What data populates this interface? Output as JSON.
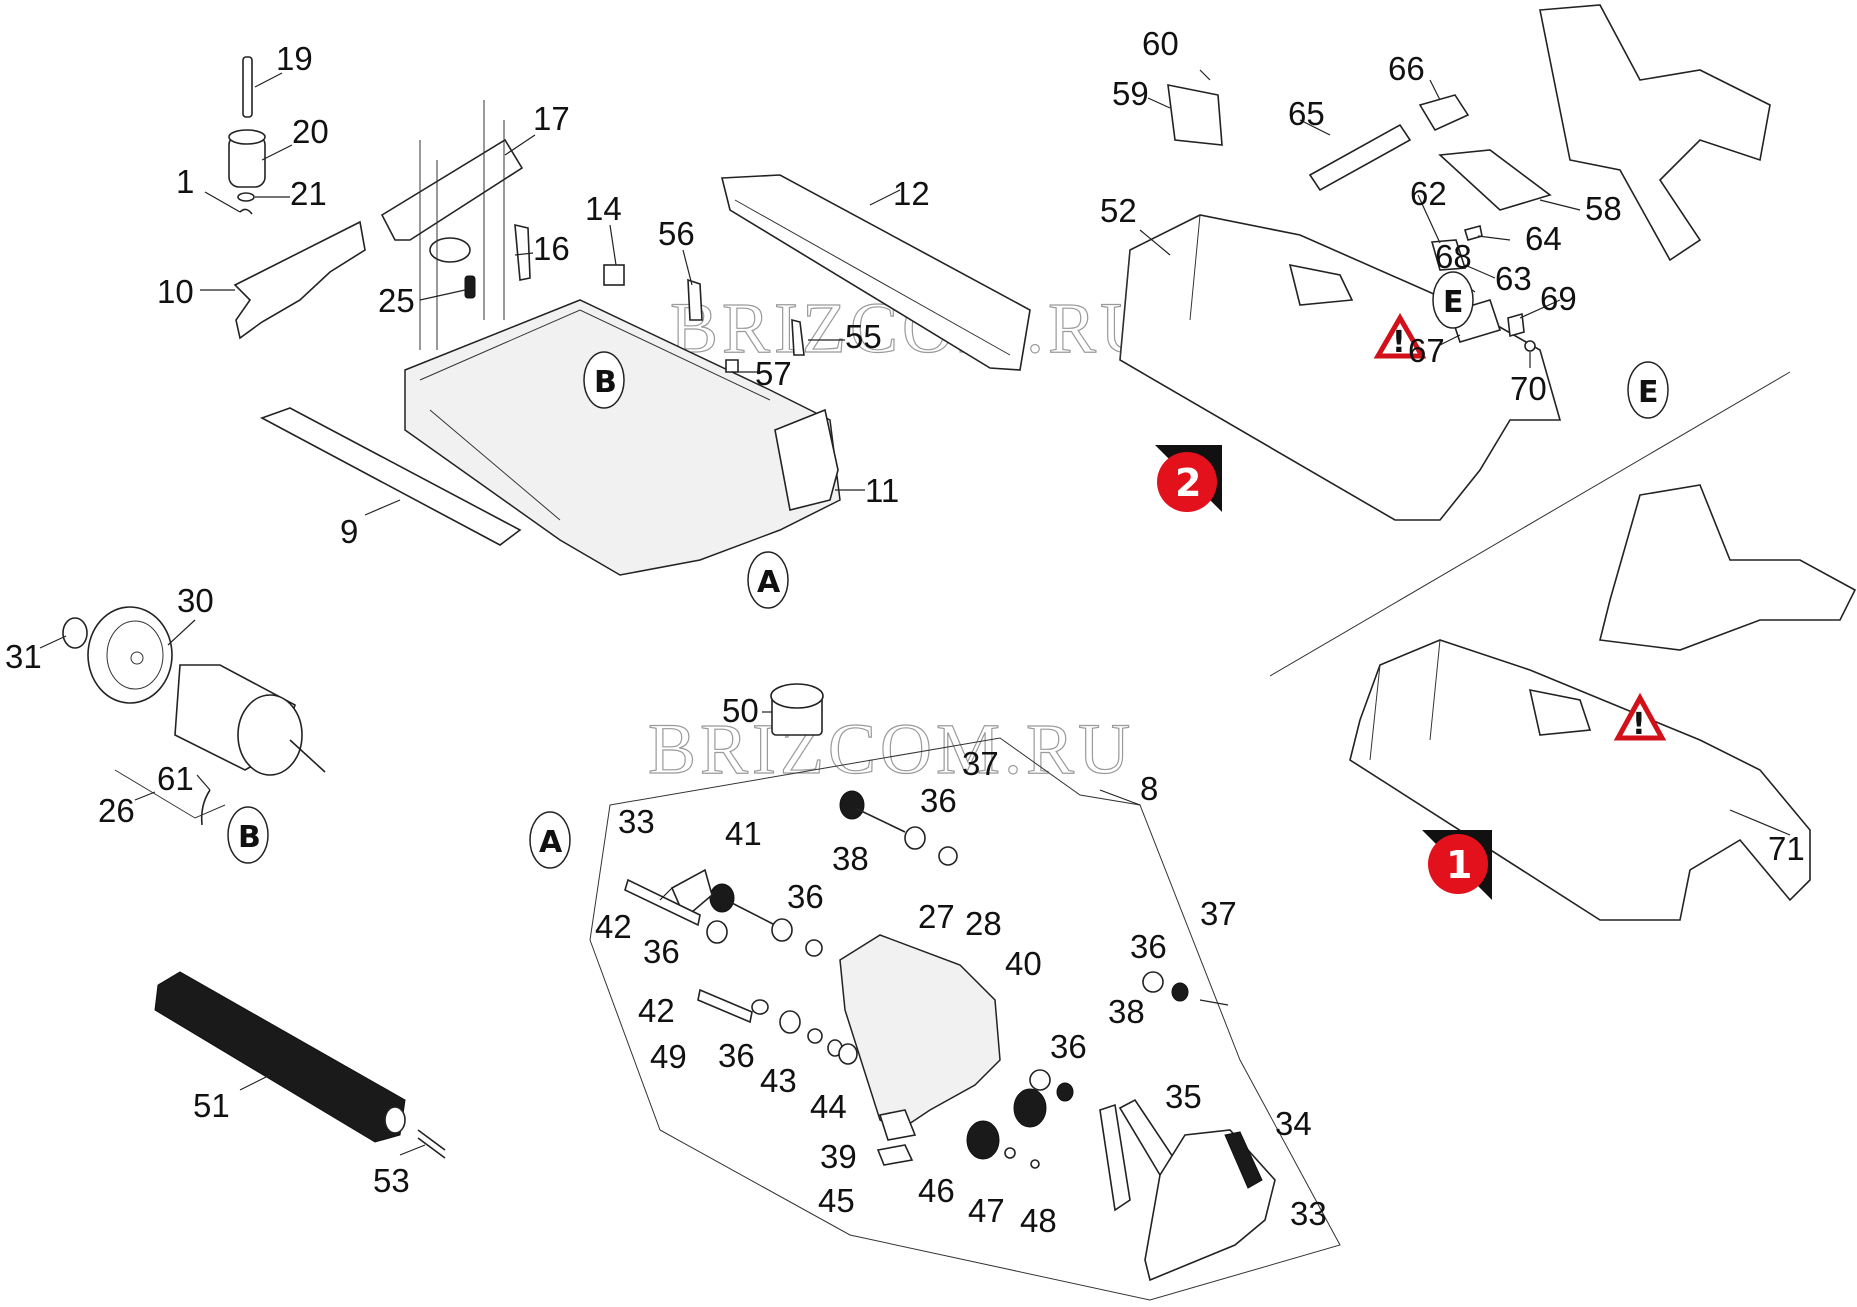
{
  "diagram": {
    "title": "Exploded parts diagram – brush head assembly",
    "watermarks": [
      "BRIZCOM.RU",
      "BRIZCOM.RU"
    ],
    "variant_badges": [
      {
        "label": "2",
        "color": "#e3111b",
        "refers_to": "cover variant 52"
      },
      {
        "label": "1",
        "color": "#e3111b",
        "refers_to": "cover variant 71"
      }
    ],
    "warning_symbols": [
      {
        "glyph": "!",
        "color": "#d2101a"
      },
      {
        "glyph": "!",
        "color": "#d2101a"
      }
    ],
    "section_markers": [
      {
        "label": "B",
        "location": "base housing"
      },
      {
        "label": "A",
        "location": "base housing front"
      },
      {
        "label": "B",
        "location": "motor"
      },
      {
        "label": "A",
        "location": "gearbox shaft"
      },
      {
        "label": "E",
        "location": "cover 52"
      },
      {
        "label": "E",
        "location": "bracket 67"
      }
    ],
    "callouts": [
      {
        "id": "c19",
        "label": "19"
      },
      {
        "id": "c20",
        "label": "20"
      },
      {
        "id": "c1",
        "label": "1"
      },
      {
        "id": "c21",
        "label": "21"
      },
      {
        "id": "c10",
        "label": "10"
      },
      {
        "id": "c17",
        "label": "17"
      },
      {
        "id": "c16",
        "label": "16"
      },
      {
        "id": "c25",
        "label": "25"
      },
      {
        "id": "c14",
        "label": "14"
      },
      {
        "id": "c56",
        "label": "56"
      },
      {
        "id": "c12",
        "label": "12"
      },
      {
        "id": "c55",
        "label": "55"
      },
      {
        "id": "c57",
        "label": "57"
      },
      {
        "id": "c11",
        "label": "11"
      },
      {
        "id": "c9",
        "label": "9"
      },
      {
        "id": "c60",
        "label": "60"
      },
      {
        "id": "c59",
        "label": "59"
      },
      {
        "id": "c65",
        "label": "65"
      },
      {
        "id": "c66",
        "label": "66"
      },
      {
        "id": "c52",
        "label": "52"
      },
      {
        "id": "c62",
        "label": "62"
      },
      {
        "id": "c58",
        "label": "58"
      },
      {
        "id": "c64",
        "label": "64"
      },
      {
        "id": "c63",
        "label": "63"
      },
      {
        "id": "c68",
        "label": "68"
      },
      {
        "id": "c69",
        "label": "69"
      },
      {
        "id": "c67",
        "label": "67"
      },
      {
        "id": "c70",
        "label": "70"
      },
      {
        "id": "c71",
        "label": "71"
      },
      {
        "id": "c30",
        "label": "30"
      },
      {
        "id": "c31",
        "label": "31"
      },
      {
        "id": "c61",
        "label": "61"
      },
      {
        "id": "c26",
        "label": "26"
      },
      {
        "id": "c50",
        "label": "50"
      },
      {
        "id": "c8",
        "label": "8"
      },
      {
        "id": "c37a",
        "label": "37"
      },
      {
        "id": "c36a",
        "label": "36"
      },
      {
        "id": "c33a",
        "label": "33"
      },
      {
        "id": "c41",
        "label": "41"
      },
      {
        "id": "c38a",
        "label": "38"
      },
      {
        "id": "c36b",
        "label": "36"
      },
      {
        "id": "c42a",
        "label": "42"
      },
      {
        "id": "c36c",
        "label": "36"
      },
      {
        "id": "c27",
        "label": "27"
      },
      {
        "id": "c28",
        "label": "28"
      },
      {
        "id": "c40",
        "label": "40"
      },
      {
        "id": "c37b",
        "label": "37"
      },
      {
        "id": "c36d",
        "label": "36"
      },
      {
        "id": "c42b",
        "label": "42"
      },
      {
        "id": "c38b",
        "label": "38"
      },
      {
        "id": "c49",
        "label": "49"
      },
      {
        "id": "c36e",
        "label": "36"
      },
      {
        "id": "c43",
        "label": "43"
      },
      {
        "id": "c44",
        "label": "44"
      },
      {
        "id": "c36f",
        "label": "36"
      },
      {
        "id": "c35",
        "label": "35"
      },
      {
        "id": "c34",
        "label": "34"
      },
      {
        "id": "c39",
        "label": "39"
      },
      {
        "id": "c46",
        "label": "46"
      },
      {
        "id": "c47",
        "label": "47"
      },
      {
        "id": "c48",
        "label": "48"
      },
      {
        "id": "c45",
        "label": "45"
      },
      {
        "id": "c33b",
        "label": "33"
      },
      {
        "id": "c51",
        "label": "51"
      },
      {
        "id": "c53",
        "label": "53"
      }
    ]
  }
}
